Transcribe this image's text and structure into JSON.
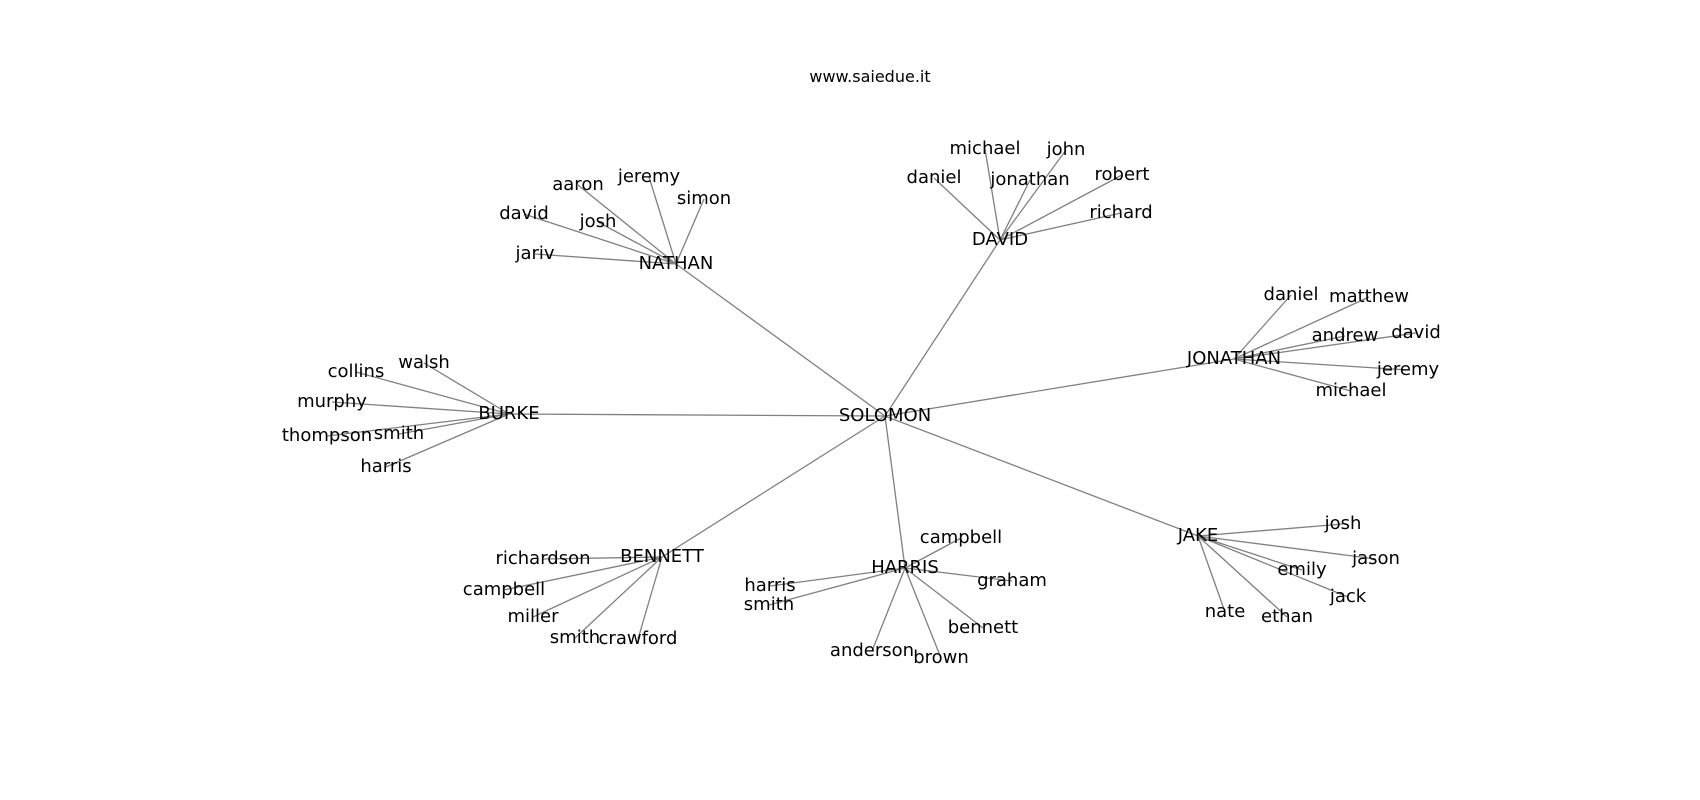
{
  "header": {
    "site": "www.saiedue.it"
  },
  "root": {
    "label": "SOLOMON"
  },
  "groups": [
    {
      "id": "nathan",
      "label": "NATHAN",
      "children": [
        "aaron",
        "jeremy",
        "simon",
        "david",
        "josh",
        "jariv"
      ]
    },
    {
      "id": "david",
      "label": "DAVID",
      "children": [
        "michael",
        "john",
        "daniel",
        "jonathan",
        "robert",
        "richard"
      ]
    },
    {
      "id": "jonathan",
      "label": "JONATHAN",
      "children": [
        "daniel",
        "matthew",
        "andrew",
        "david",
        "jeremy",
        "michael"
      ]
    },
    {
      "id": "burke",
      "label": "BURKE",
      "children": [
        "walsh",
        "collins",
        "murphy",
        "smith",
        "thompson",
        "harris"
      ]
    },
    {
      "id": "jake",
      "label": "JAKE",
      "children": [
        "josh",
        "jason",
        "emily",
        "jack",
        "nate",
        "ethan"
      ]
    },
    {
      "id": "bennett",
      "label": "BENNETT",
      "children": [
        "richardson",
        "campbell",
        "miller",
        "smith",
        "crawford"
      ]
    },
    {
      "id": "harris",
      "label": "HARRIS",
      "children": [
        "campbell",
        "graham",
        "harris",
        "smith",
        "bennett",
        "anderson",
        "brown"
      ]
    }
  ]
}
